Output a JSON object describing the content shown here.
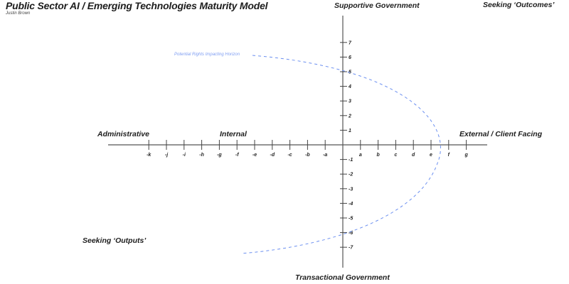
{
  "title": "Public Sector AI / Emerging Technologies Maturity Model",
  "author": "Justin Brown",
  "labels": {
    "top": "Supportive Government",
    "bottom": "Transactional Government",
    "left": "Administrative",
    "internal": "Internal",
    "right": "External / Client Facing",
    "top_right": "Seeking ‘Outcomes’",
    "bottom_left": "Seeking ‘Outputs’"
  },
  "curve_label": "Potential Rights Impacting Horizon",
  "x_ticks": [
    "-k",
    "-j",
    "-i",
    "-h",
    "-g",
    "-f",
    "-e",
    "-d",
    "-c",
    "-b",
    "-a",
    "a",
    "b",
    "c",
    "d",
    "e",
    "f",
    "g"
  ],
  "y_ticks": [
    "7",
    "6",
    "5",
    "4",
    "3",
    "2",
    "1",
    "-1",
    "-2",
    "-3",
    "-4",
    "-5",
    "-6",
    "-7"
  ],
  "colors": {
    "axis": "#555555",
    "curve": "#6b8ff0",
    "text": "#1d1d1d"
  }
}
